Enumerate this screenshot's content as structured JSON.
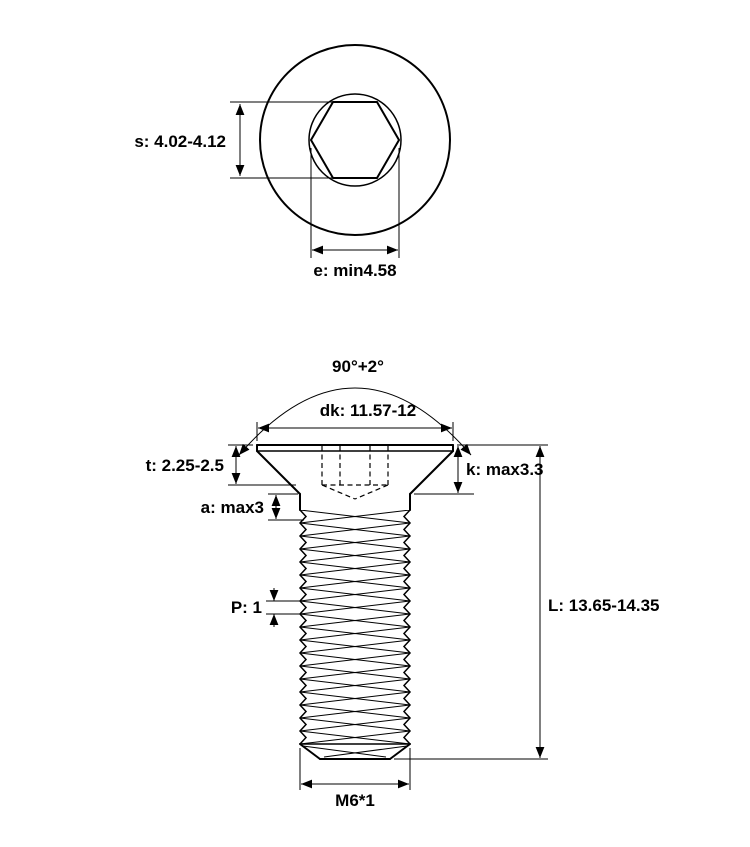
{
  "drawing": {
    "title_hint": "countersunk-hex-socket-screw-technical-drawing",
    "background": "#ffffff",
    "line_color": "#000000"
  },
  "top_view": {
    "s_label": "s: 4.02-4.12",
    "e_label": "e: min4.58"
  },
  "side_view": {
    "angle_label": "90°+2°",
    "dk_label": "dk: 11.57-12",
    "t_label": "t: 2.25-2.5",
    "k_label": "k: max3.3",
    "a_label": "a: max3",
    "p_label": "P: 1",
    "l_label": "L: 13.65-14.35",
    "thread_label": "M6*1"
  }
}
